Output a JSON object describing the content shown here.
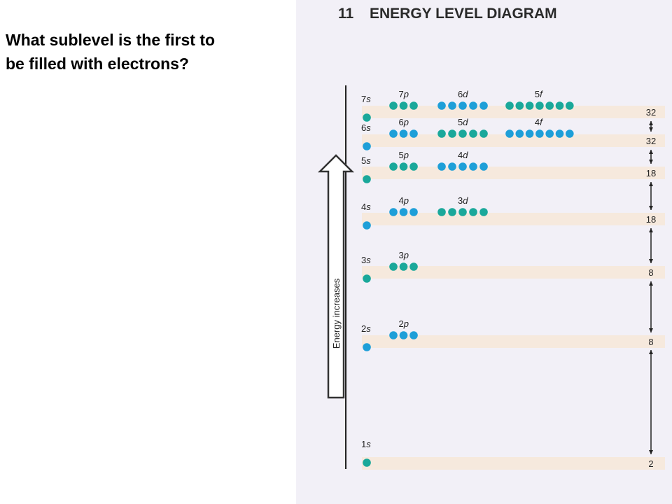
{
  "question": {
    "line1": "What sublevel is the first to",
    "line2": "be filled with electrons?"
  },
  "diagram": {
    "number": "11",
    "title": "ENERGY LEVEL DIAGRAM",
    "axis_label": "Energy increases",
    "colors": {
      "teal": "#1aa89a",
      "blue": "#1e9fd8",
      "band": "#f6e9dd",
      "panel": "#f2f0f7"
    },
    "levels": [
      {
        "name": "7",
        "total": "32",
        "sublevels": [
          {
            "label": "7",
            "letter": "s",
            "orbitals": 1,
            "color": "teal"
          },
          {
            "label": "7",
            "letter": "p",
            "orbitals": 3,
            "color": "teal"
          },
          {
            "label": "6",
            "letter": "d",
            "orbitals": 5,
            "color": "blue"
          },
          {
            "label": "5",
            "letter": "f",
            "orbitals": 7,
            "color": "teal"
          }
        ]
      },
      {
        "name": "6",
        "total": "32",
        "sublevels": [
          {
            "label": "6",
            "letter": "s",
            "orbitals": 1,
            "color": "blue"
          },
          {
            "label": "6",
            "letter": "p",
            "orbitals": 3,
            "color": "blue"
          },
          {
            "label": "5",
            "letter": "d",
            "orbitals": 5,
            "color": "teal"
          },
          {
            "label": "4",
            "letter": "f",
            "orbitals": 7,
            "color": "blue"
          }
        ]
      },
      {
        "name": "5",
        "total": "18",
        "sublevels": [
          {
            "label": "5",
            "letter": "s",
            "orbitals": 1,
            "color": "teal"
          },
          {
            "label": "5",
            "letter": "p",
            "orbitals": 3,
            "color": "teal"
          },
          {
            "label": "4",
            "letter": "d",
            "orbitals": 5,
            "color": "blue"
          }
        ]
      },
      {
        "name": "4",
        "total": "18",
        "sublevels": [
          {
            "label": "4",
            "letter": "s",
            "orbitals": 1,
            "color": "blue"
          },
          {
            "label": "4",
            "letter": "p",
            "orbitals": 3,
            "color": "blue"
          },
          {
            "label": "3",
            "letter": "d",
            "orbitals": 5,
            "color": "teal"
          }
        ]
      },
      {
        "name": "3",
        "total": "8",
        "sublevels": [
          {
            "label": "3",
            "letter": "s",
            "orbitals": 1,
            "color": "teal"
          },
          {
            "label": "3",
            "letter": "p",
            "orbitals": 3,
            "color": "teal"
          }
        ]
      },
      {
        "name": "2",
        "total": "8",
        "sublevels": [
          {
            "label": "2",
            "letter": "s",
            "orbitals": 1,
            "color": "blue"
          },
          {
            "label": "2",
            "letter": "p",
            "orbitals": 3,
            "color": "blue"
          }
        ]
      },
      {
        "name": "1",
        "total": "2",
        "sublevels": [
          {
            "label": "1",
            "letter": "s",
            "orbitals": 1,
            "color": "teal"
          }
        ]
      }
    ]
  }
}
